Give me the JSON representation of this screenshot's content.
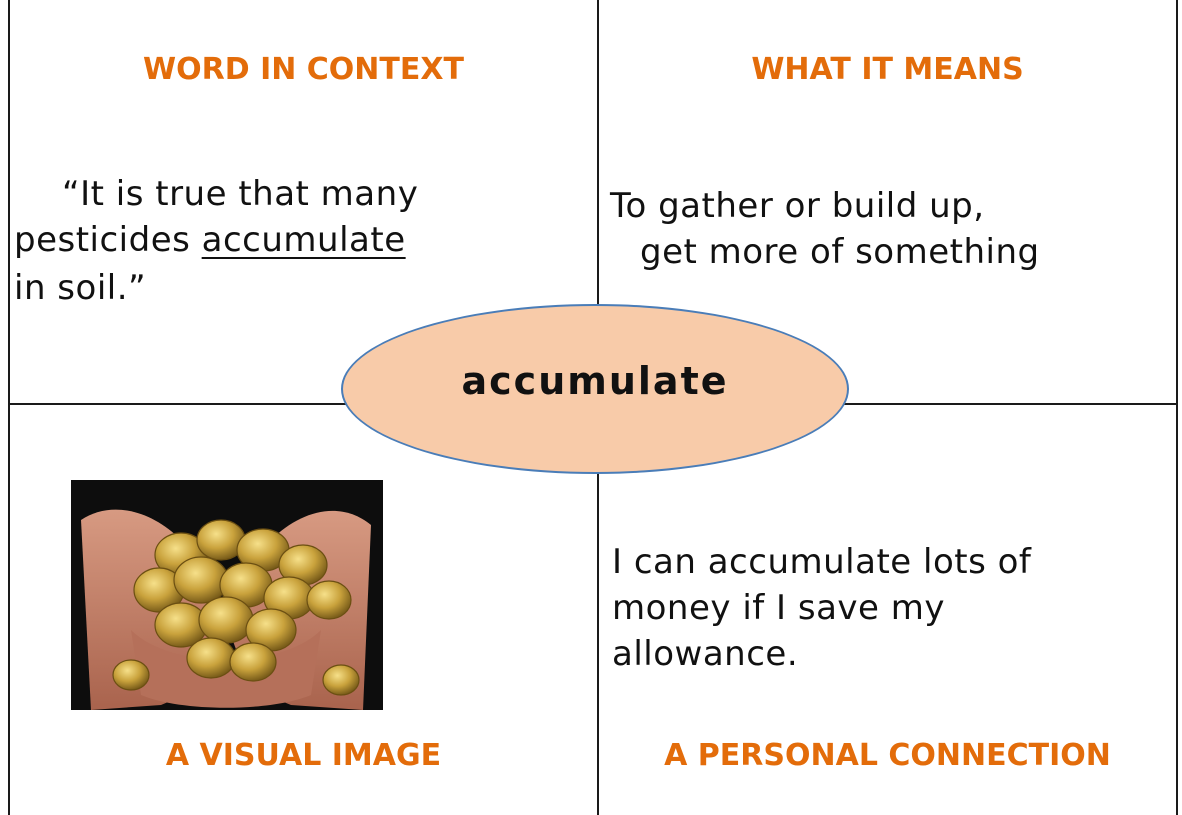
{
  "quadrants": {
    "top_left": {
      "heading": "WORD IN CONTEXT",
      "line1": "“It is true that many",
      "line2_before": "pesticides ",
      "line2_word": "accumulate",
      "line3": "in soil.”"
    },
    "top_right": {
      "heading": "WHAT IT MEANS",
      "line1": "To gather or build up,",
      "line2": "get more of something"
    },
    "bottom_left": {
      "heading": "A VISUAL IMAGE",
      "image_icon": "coins-in-hands-icon"
    },
    "bottom_right": {
      "heading": "A PERSONAL CONNECTION",
      "line1": "I can accumulate lots of",
      "line2": "money if I save my",
      "line3": "allowance."
    }
  },
  "center": {
    "word": "accumulate"
  },
  "colors": {
    "heading": "#e36c0a",
    "ellipse_fill": "#f8cba9",
    "ellipse_border": "#4a7db8"
  }
}
